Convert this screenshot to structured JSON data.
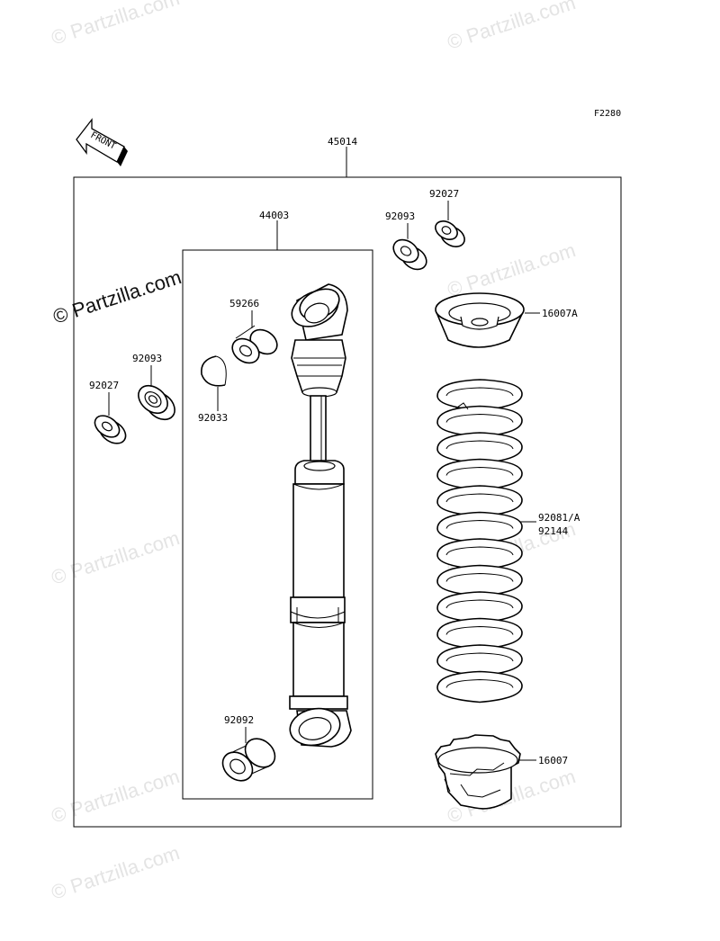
{
  "figure_code": "F2280",
  "front_label": "FRONT",
  "watermarks": [
    "© Partzilla.com",
    "© Partzilla.com",
    "© Partzilla.com",
    "© Partzilla.com",
    "© Partzilla.com",
    "© Partzilla.com",
    "© Partzilla.com",
    "© Partzilla.com",
    "© Partzilla.com"
  ],
  "callouts": {
    "assembly": "45014",
    "shock_body": "44003",
    "washer_top": "92093",
    "collar_top": "92027",
    "spring_seat": "16007A",
    "bushing_top": "59266",
    "circlip": "92033",
    "washer_left": "92093",
    "collar_left": "92027",
    "spring_a": "92081/A",
    "spring_b": "92144",
    "bushing_bottom": "92092",
    "adjuster_nut": "16007"
  }
}
